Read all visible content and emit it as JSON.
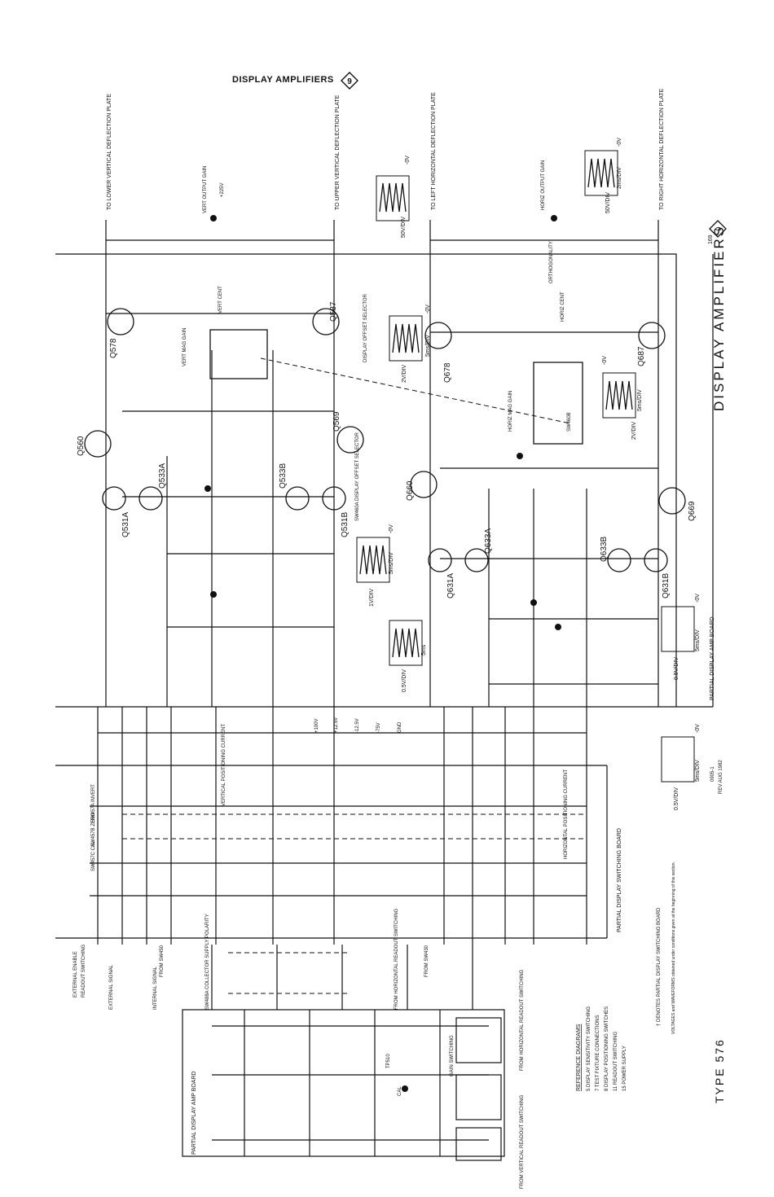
{
  "header": {
    "title": "DISPLAY AMPLIFIERS",
    "diagram_no": "9"
  },
  "side_title": "DISPLAY AMPLIFIERS",
  "side_diagram_no": "9",
  "page_no": "169",
  "model": "TYPE 576",
  "revision": {
    "part": "0905-1",
    "date": "REV AUG 1982"
  },
  "boards": {
    "partial_display_amp_board": "PARTIAL DISPLAY AMP BOARD",
    "partial_display_switching_board": "PARTIAL DISPLAY SWITCHING BOARD"
  },
  "notes": {
    "partial_board": "† DENOTES PARTIAL DISPLAY SWITCHING BOARD",
    "voltages": "VOLTAGES and WAVEFORMS obtained under conditions given at the beginning of this section."
  },
  "reference_diagrams": {
    "title": "REFERENCE DIAGRAMS",
    "items": [
      "5 DISPLAY SENSITIVITY SWITCHING",
      "7 TEST FIXTURE CONNECTIONS",
      "8 DISPLAY POSITIONING SWITCHES",
      "11 READOUT SWITCHING",
      "15 POWER SUPPLY"
    ]
  },
  "outputs": [
    "TO LOWER VERTICAL DEFLECTION PLATE",
    "TO UPPER VERTICAL DEFLECTION PLATE",
    "TO LEFT HORIZONTAL DEFLECTION PLATE",
    "TO RIGHT HORIZONTAL DEFLECTION PLATE"
  ],
  "transistors": [
    "Q578",
    "Q587",
    "Q560",
    "Q569",
    "Q531A",
    "Q531B",
    "Q533A",
    "Q533B",
    "Q678",
    "Q687",
    "Q660",
    "Q669",
    "Q631A",
    "Q631B",
    "Q633A",
    "Q633B"
  ],
  "controls": [
    "VERT OUTPUT GAIN",
    "HORIZ OUTPUT GAIN",
    "VERT CENT",
    "HORIZ CENT",
    "VERT MAG GAIN",
    "HORIZ MAG GAIN",
    "ORTHOGONALITY",
    "DISPLAY OFFSET SELECTOR",
    "GAIN SWITCHING",
    "CAL",
    "TP510"
  ],
  "switches": [
    "SW460A DISPLAY OFFSET SELECTOR",
    "SW460B",
    "SW488A COLLECTOR SUPPLY POLARITY",
    "SW457A INVERT",
    "SW457B ZERO",
    "SW457C CAL"
  ],
  "signals": [
    "EXTERNAL ENABLE",
    "READOUT SWITCHING",
    "INTERNAL SIGNAL",
    "EXTERNAL SIGNAL",
    "VERTICAL POSITIONING CURRENT",
    "HORIZONTAL POSITIONING CURRENT",
    "FROM VERTICAL READOUT SWITCHING",
    "FROM HORIZONTAL READOUT SWITCHING",
    "FROM HORIZONTAL READOUT SWITCHING",
    "FROM SW430",
    "FROM SW450"
  ],
  "supplies": [
    "+12.5V",
    "-12.5V",
    "+100V",
    "-75V",
    "+225V",
    "GND"
  ],
  "waveforms": [
    {
      "vdiv": "50V/DIV",
      "tdiv": "",
      "ref": "-0V"
    },
    {
      "vdiv": "50V/DIV",
      "tdiv": "2ms/DIV",
      "ref": "-0V"
    },
    {
      "vdiv": "2V/DIV",
      "tdiv": "5ms/DIV",
      "ref": "-0V"
    },
    {
      "vdiv": "2V/DIV",
      "tdiv": "5ms/DIV",
      "ref": "-0V"
    },
    {
      "vdiv": "1V/DIV",
      "tdiv": "5ms/DIV",
      "ref": "-0V"
    },
    {
      "vdiv": "0.5V/DIV",
      "tdiv": "5ms",
      "ref": ""
    },
    {
      "vdiv": "0.5V/DIV",
      "tdiv": "5ms/DIV",
      "ref": "-0V"
    },
    {
      "vdiv": "0.5V/DIV",
      "tdiv": "5ms/DIV",
      "ref": "-0V"
    }
  ],
  "colors": {
    "ink": "#111111",
    "paper": "#ffffff"
  }
}
